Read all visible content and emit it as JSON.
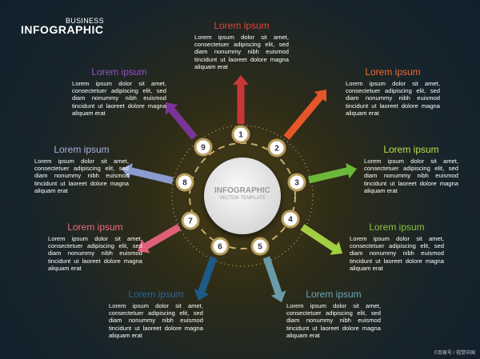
{
  "logo": {
    "top": "BUSINESS",
    "main": "INFOGRAPHIC"
  },
  "center": {
    "title": "INFOGRAPHIC",
    "subtitle": "VECTOR TEMPLATE"
  },
  "items": [
    {
      "number": "1",
      "title": "Lorem ipsum",
      "body": "Lorem ipsum dolor sit amet, consectetuer adipiscing elit, sed diam nonummy nibh euismod tincidunt ut laoreet dolore magna aliquam erat",
      "arrow_color": "#c9373a",
      "title_color": "#e0443f"
    },
    {
      "number": "2",
      "title": "Lorem ipsum",
      "body": "Lorem ipsum dolor sit amet, consectetuer adipiscing elit, sed diam nonummy nibh euismod tincidunt ut laoreet dolore magna aliquam erat",
      "arrow_color": "#e5562a",
      "title_color": "#f06a2e"
    },
    {
      "number": "3",
      "title": "Lorem ipsum",
      "body": "Lorem ipsum dolor sit amet, consectetuer adipiscing elit, sed diam nonummy nibh euismod tincidunt ut laoreet dolore magna aliquam erat",
      "arrow_color": "#6cb83a",
      "title_color": "#b8e04c"
    },
    {
      "number": "4",
      "title": "Lorem ipsum",
      "body": "Lorem ipsum dolor sit amet, consectetuer adipiscing elit, sed diam nonummy nibh euismod tincidunt ut laoreet dolore magna aliquam erat",
      "arrow_color": "#a3cf42",
      "title_color": "#8cc63e"
    },
    {
      "number": "5",
      "title": "Lorem ipsum",
      "body": "Lorem ipsum dolor sit amet, consectetuer adipiscing elit, sed diam nonummy nibh euismod tincidunt ut laoreet dolore magna aliquam erat",
      "arrow_color": "#6a9ba8",
      "title_color": "#6ba9b6"
    },
    {
      "number": "6",
      "title": "Lorem ipsum",
      "body": "Lorem ipsum dolor sit amet, consectetuer adipiscing elit, sed diam nonummy nibh euismod tincidunt ut laoreet dolore magna aliquam erat",
      "arrow_color": "#1d5a88",
      "title_color": "#2a6796"
    },
    {
      "number": "7",
      "title": "Lorem ipsum",
      "body": "Lorem ipsum dolor sit amet, consectetuer adipiscing elit, sed diam nonummy nibh euismod tincidunt ut laoreet dolore magna aliquam erat",
      "arrow_color": "#df5f78",
      "title_color": "#ec6e80"
    },
    {
      "number": "8",
      "title": "Lorem ipsum",
      "body": "Lorem ipsum dolor sit amet, consectetuer adipiscing elit, sed diam nonummy nibh euismod tincidunt ut laoreet dolore magna aliquam erat",
      "arrow_color": "#8c9bd0",
      "title_color": "#a8b3e2"
    },
    {
      "number": "9",
      "title": "Lorem ipsum",
      "body": "Lorem ipsum dolor sit amet, consectetuer adipiscing elit, sed diam nonummy nibh euismod tincidunt ut laoreet dolore magna aliquam erat",
      "arrow_color": "#7a3596",
      "title_color": "#9152c2"
    }
  ],
  "watermark": "©百家号 / 视觉中国"
}
